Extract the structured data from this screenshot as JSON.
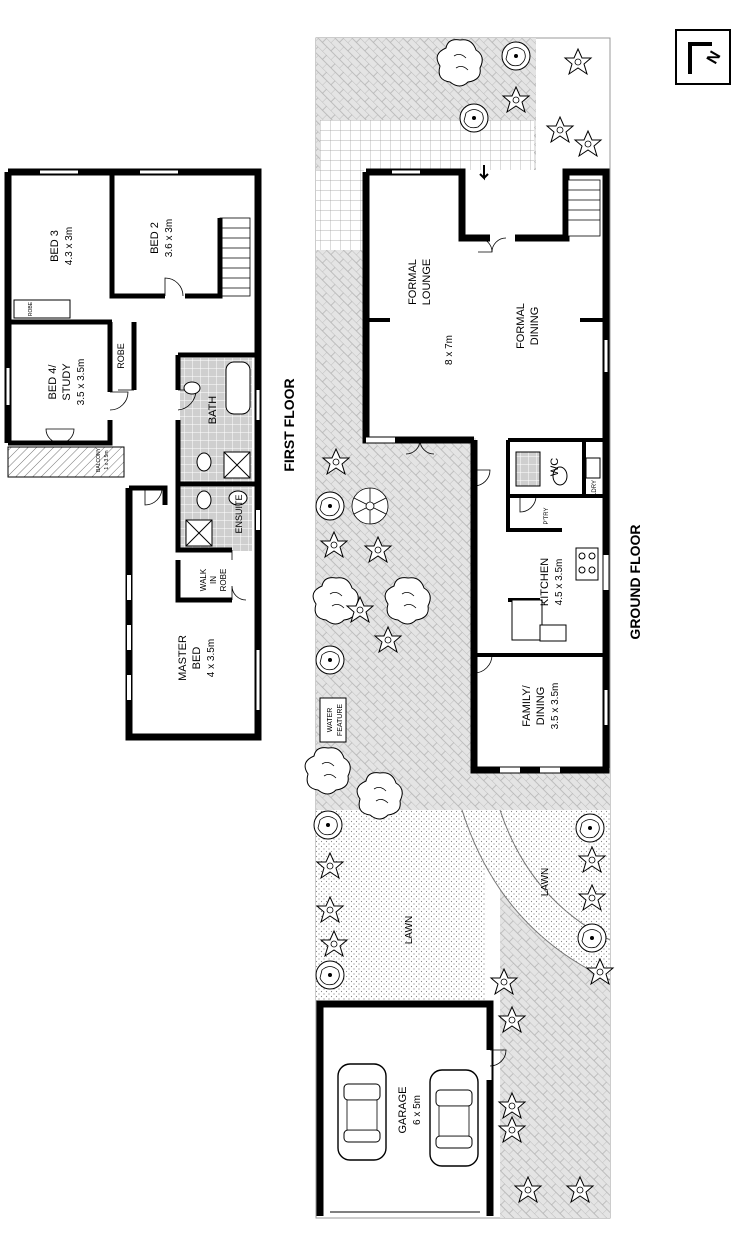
{
  "first_floor": {
    "title": "FIRST FLOOR",
    "rooms": {
      "bed3": {
        "name": "BED 3",
        "size": "4.3 x 3m"
      },
      "bed2": {
        "name": "BED 2",
        "size": "3.6 x 3m"
      },
      "bed4": {
        "name1": "BED 4/",
        "name2": "STUDY",
        "size": "3.5 x 3.5m"
      },
      "robe": "ROBE",
      "robe_small": "ROBE",
      "bath": "BATH",
      "ensuite": "ENSUITE",
      "walkin": {
        "l1": "WALK",
        "l2": "IN",
        "l3": "ROBE"
      },
      "balcony": {
        "name": "BALCONY",
        "size": "1 x 3.5m"
      },
      "master": {
        "l1": "MASTER",
        "l2": "BED",
        "size": "4 x 3.5m"
      }
    }
  },
  "ground_floor": {
    "title": "GROUND FLOOR",
    "rooms": {
      "formal_lounge": {
        "l1": "FORMAL",
        "l2": "LOUNGE"
      },
      "formal_dining": {
        "l1": "FORMAL",
        "l2": "DINING"
      },
      "formal_size": "8 x 7m",
      "wc": "WC",
      "lndry": "LDRY",
      "pantry": "P'TRY",
      "kitchen": {
        "name": "KITCHEN",
        "size": "4.5 x 3.5m"
      },
      "family": {
        "l1": "FAMILY/",
        "l2": "DINING",
        "size": "3.5 x 3.5m"
      },
      "water_feature": {
        "l1": "WATER",
        "l2": "FEATURE"
      },
      "lawn_left": "LAWN",
      "lawn_right": "LAWN",
      "garage": {
        "name": "GARAGE",
        "size": "6 x 5m"
      }
    }
  },
  "compass": {
    "label": "N"
  },
  "colors": {
    "wall": "#000000",
    "paving": "#d9d9d9",
    "lawn": "#eeeeee"
  }
}
